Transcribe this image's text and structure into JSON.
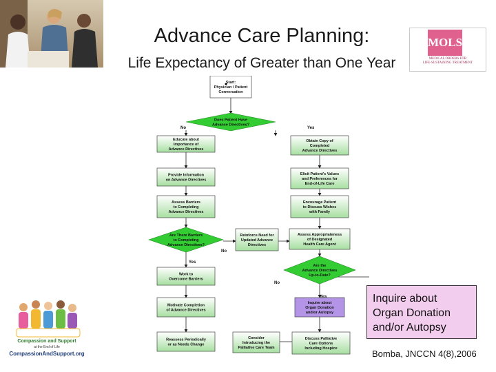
{
  "header": {
    "title": "Advance Care Planning:",
    "subtitle": "Life Expectancy of Greater than One Year"
  },
  "logo_molst": {
    "mark": "MOLST",
    "line1": "MEDICAL ORDERS FOR",
    "line2": "LIFE-SUSTAINING TREATMENT"
  },
  "logo_cs": {
    "line1": "Compassion and Support",
    "line2": "at the End of Life",
    "line3": "CompassionAndSupport.org"
  },
  "flowchart": {
    "start": [
      "Start:",
      "Physician / Patient",
      "Conversation"
    ],
    "q_have": [
      "Does Patient Have",
      "Advance Directives?"
    ],
    "no": "No",
    "yes": "Yes",
    "educate": [
      "Educate about",
      "Importance of",
      "Advance Directives"
    ],
    "provide": [
      "Provide Information",
      "on Advance Directives"
    ],
    "assess_barriers": [
      "Assess Barriers",
      "to Completing",
      "Advance Directives"
    ],
    "q_barriers": [
      "Are There Barriers",
      "to Completing",
      "Advance Directives?"
    ],
    "work": [
      "Work to",
      "Overcome Barriers"
    ],
    "motivate": [
      "Motivate Completion",
      "of Advance Directives"
    ],
    "reassess": [
      "Reassess Periodically",
      "or as Needs Change"
    ],
    "obtain": [
      "Obtain Copy of",
      "Completed",
      "Advance Directives"
    ],
    "elicit": [
      "Elicit Patient's Values",
      "and Preferences for",
      "End-of-Life Care"
    ],
    "encourage": [
      "Encourage Patient",
      "to Discuss Wishes",
      "with Family"
    ],
    "reinforce": [
      "Reinforce Need for",
      "Updated Advance",
      "Directives"
    ],
    "assess_agent": [
      "Assess Appropriateness",
      "of Designated",
      "Health Care Agent"
    ],
    "q_uptodate": [
      "Are the",
      "Advance Directives",
      "Up-to-Date?"
    ],
    "inquire": [
      "Inquire about",
      "Organ Donation",
      "and/or Autopsy"
    ],
    "consider": [
      "Consider",
      "Introducing the",
      "Palliative Care Team"
    ],
    "discuss": [
      "Discuss Palliative",
      "Care Options",
      "Including Hospice"
    ]
  },
  "callout": {
    "lines": [
      "Inquire about",
      "Organ Donation",
      "and/or Autopsy"
    ]
  },
  "citation": "Bomba, JNCCN 4(8),2006",
  "colors": {
    "diamond": "#33cc33",
    "box_top": "#ffffff",
    "box_bottom": "#a7dfa1",
    "inquire_box": "#b494e6",
    "callout": "#f3cdee",
    "molst_pink": "#e0618e"
  }
}
